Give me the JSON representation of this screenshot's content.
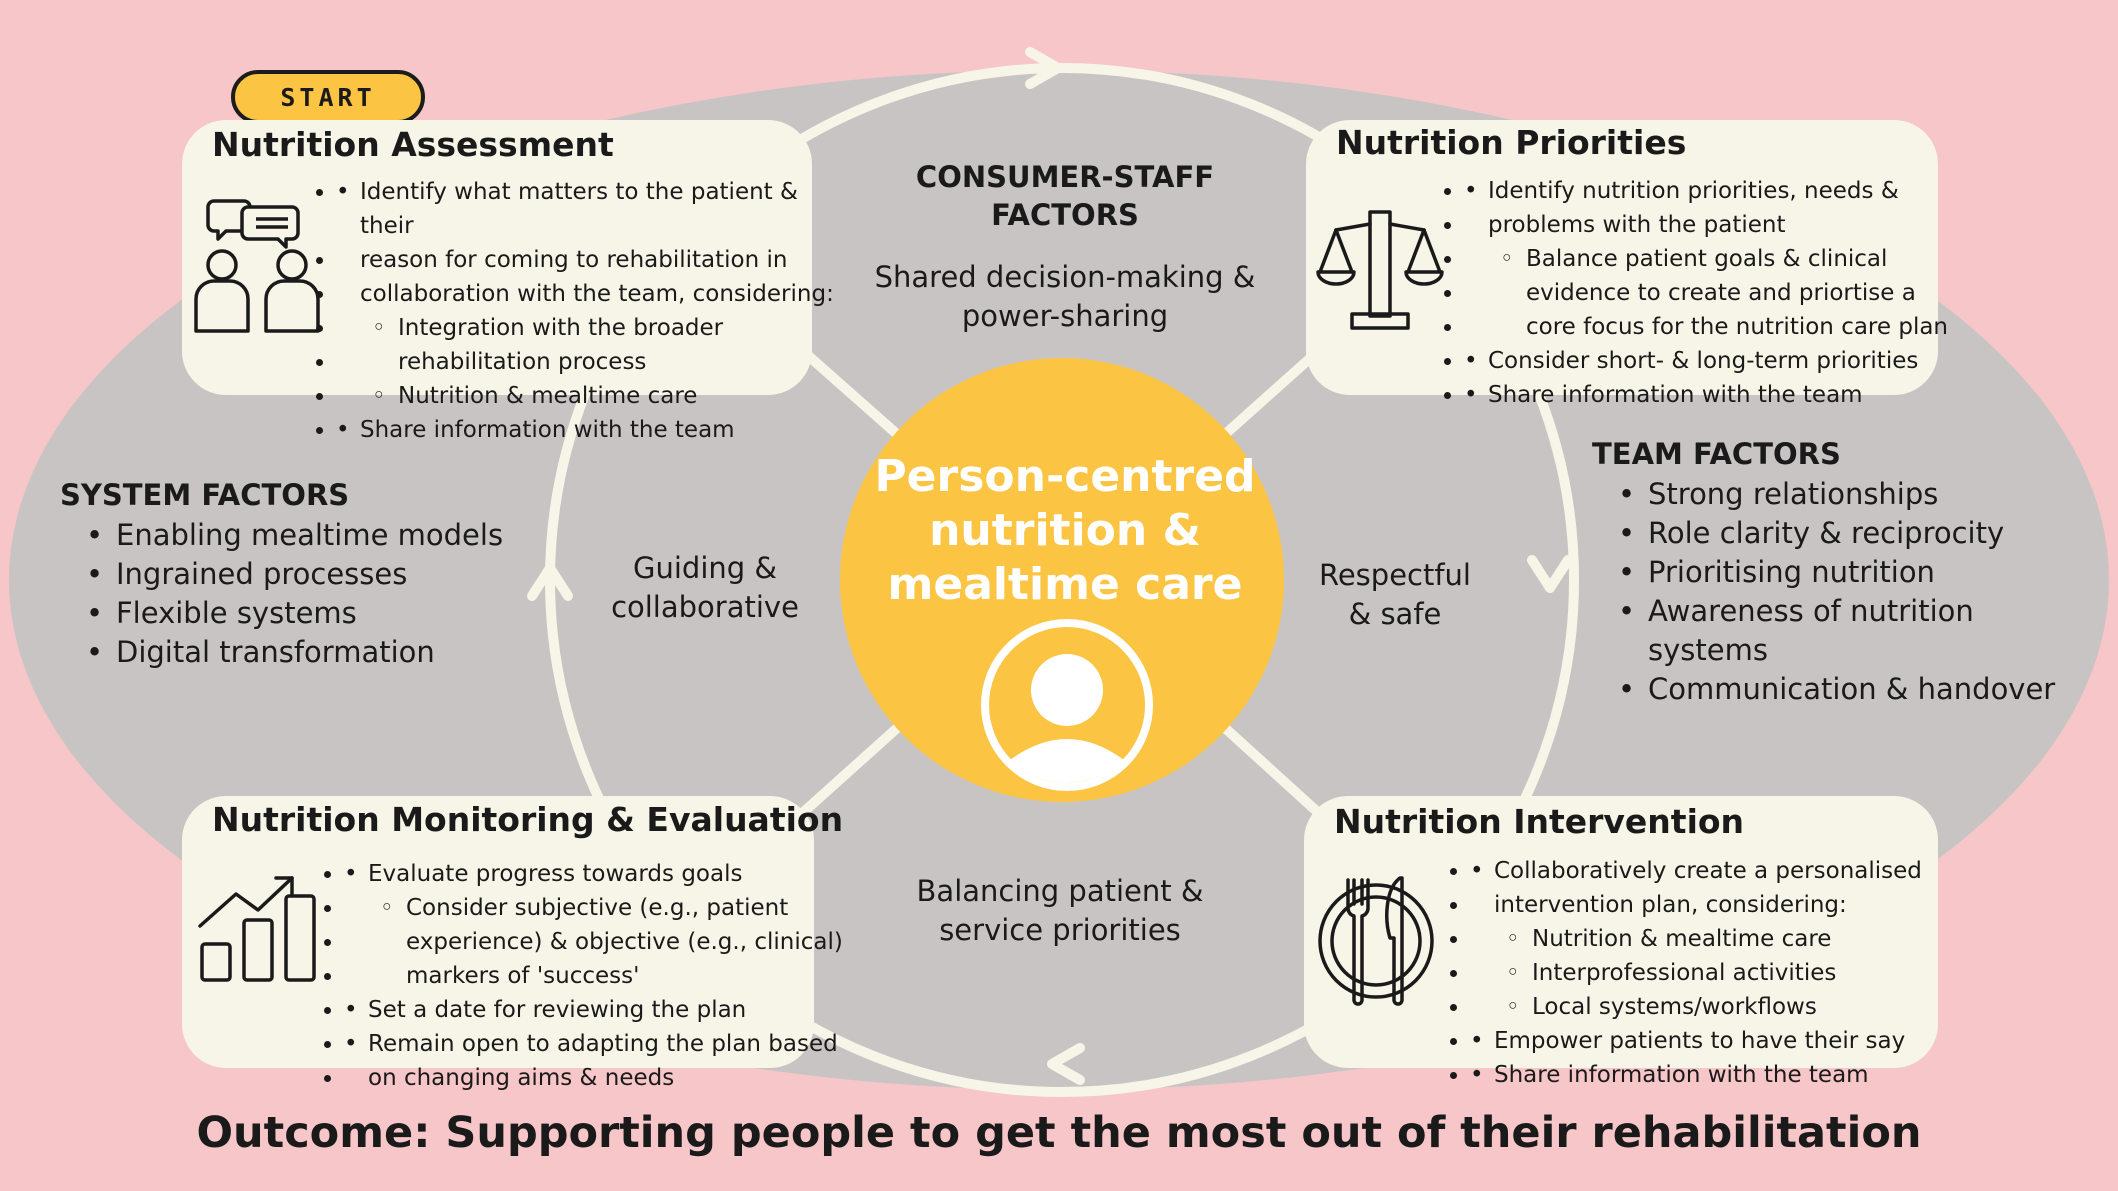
{
  "start_label": "START",
  "center": {
    "lines": [
      "Person-centred",
      "nutrition &",
      "mealtime care"
    ]
  },
  "boxes": {
    "assessment": {
      "title": "Nutrition Assessment",
      "items": [
        {
          "level": 1,
          "text": "Identify what matters to the patient & their"
        },
        {
          "level": 0,
          "text": "reason for coming to rehabilitation in"
        },
        {
          "level": 0,
          "text": "collaboration with the team, considering:"
        },
        {
          "level": 2,
          "text": "Integration with the broader"
        },
        {
          "level": 0,
          "text": "rehabilitation process"
        },
        {
          "level": 2,
          "text": "Nutrition & mealtime care"
        },
        {
          "level": 1,
          "text": "Share information with the team"
        }
      ]
    },
    "priorities": {
      "title": "Nutrition Priorities",
      "items": [
        {
          "level": 1,
          "text": "Identify nutrition priorities, needs &"
        },
        {
          "level": 0,
          "text": "problems with the patient"
        },
        {
          "level": 2,
          "text": "Balance patient goals & clinical"
        },
        {
          "level": 0,
          "text": "evidence to create and priortise a"
        },
        {
          "level": 0,
          "text": "core focus for the nutrition care plan"
        },
        {
          "level": 1,
          "text": "Consider short- & long-term priorities"
        },
        {
          "level": 1,
          "text": "Share information with the team"
        }
      ]
    },
    "monitoring": {
      "title": "Nutrition Monitoring & Evaluation",
      "items": [
        {
          "level": 1,
          "text": "Evaluate progress towards goals"
        },
        {
          "level": 2,
          "text": "Consider subjective (e.g., patient"
        },
        {
          "level": 0,
          "text": "experience) & objective (e.g., clinical)"
        },
        {
          "level": 0,
          "text": "markers of 'success'"
        },
        {
          "level": 1,
          "text": "Set a date for reviewing the plan"
        },
        {
          "level": 1,
          "text": "Remain open to adapting the plan based"
        },
        {
          "level": 0,
          "text": "on changing aims & needs"
        }
      ]
    },
    "intervention": {
      "title": "Nutrition Intervention",
      "items": [
        {
          "level": 1,
          "text": "Collaboratively create a personalised"
        },
        {
          "level": 0,
          "text": "intervention plan, considering:"
        },
        {
          "level": 2,
          "text": "Nutrition & mealtime care"
        },
        {
          "level": 2,
          "text": "Interprofessional activities"
        },
        {
          "level": 2,
          "text": "Local systems/workflows"
        },
        {
          "level": 1,
          "text": "Empower patients to have their say"
        },
        {
          "level": 1,
          "text": "Share information with the team"
        }
      ]
    }
  },
  "consumer_staff": {
    "heading_lines": [
      "CONSUMER-STAFF",
      "FACTORS"
    ],
    "text_lines": [
      "Shared decision-making &",
      "power-sharing"
    ]
  },
  "system_factors": {
    "heading": "SYSTEM FACTORS",
    "items": [
      "Enabling mealtime models",
      "Ingrained processes",
      "Flexible systems",
      "Digital transformation"
    ]
  },
  "team_factors": {
    "heading": "TEAM FACTORS",
    "items": [
      "Strong relationships",
      "Role clarity & reciprocity",
      "Prioritising nutrition",
      "Awareness of nutrition",
      "Communication & handover"
    ],
    "continuation": "systems"
  },
  "quadrant_labels": {
    "left_lines": [
      "Guiding &",
      "collaborative"
    ],
    "right_lines": [
      "Respectful",
      "& safe"
    ],
    "bottom_lines": [
      "Balancing patient &",
      "service priorities"
    ]
  },
  "outcome": "Outcome: Supporting people to get the most out of their rehabilitation",
  "icons": {
    "assessment": "conversation-people-icon",
    "priorities": "balance-scale-icon",
    "monitoring": "growth-chart-icon",
    "intervention": "plate-fork-knife-icon",
    "center": "person-avatar-icon"
  },
  "colors": {
    "background": "#f6c6c9",
    "oval": "#c9c4c4",
    "box": "#f7f5e7",
    "center_circle": "#fbc443",
    "ring": "#f7f5e7"
  }
}
